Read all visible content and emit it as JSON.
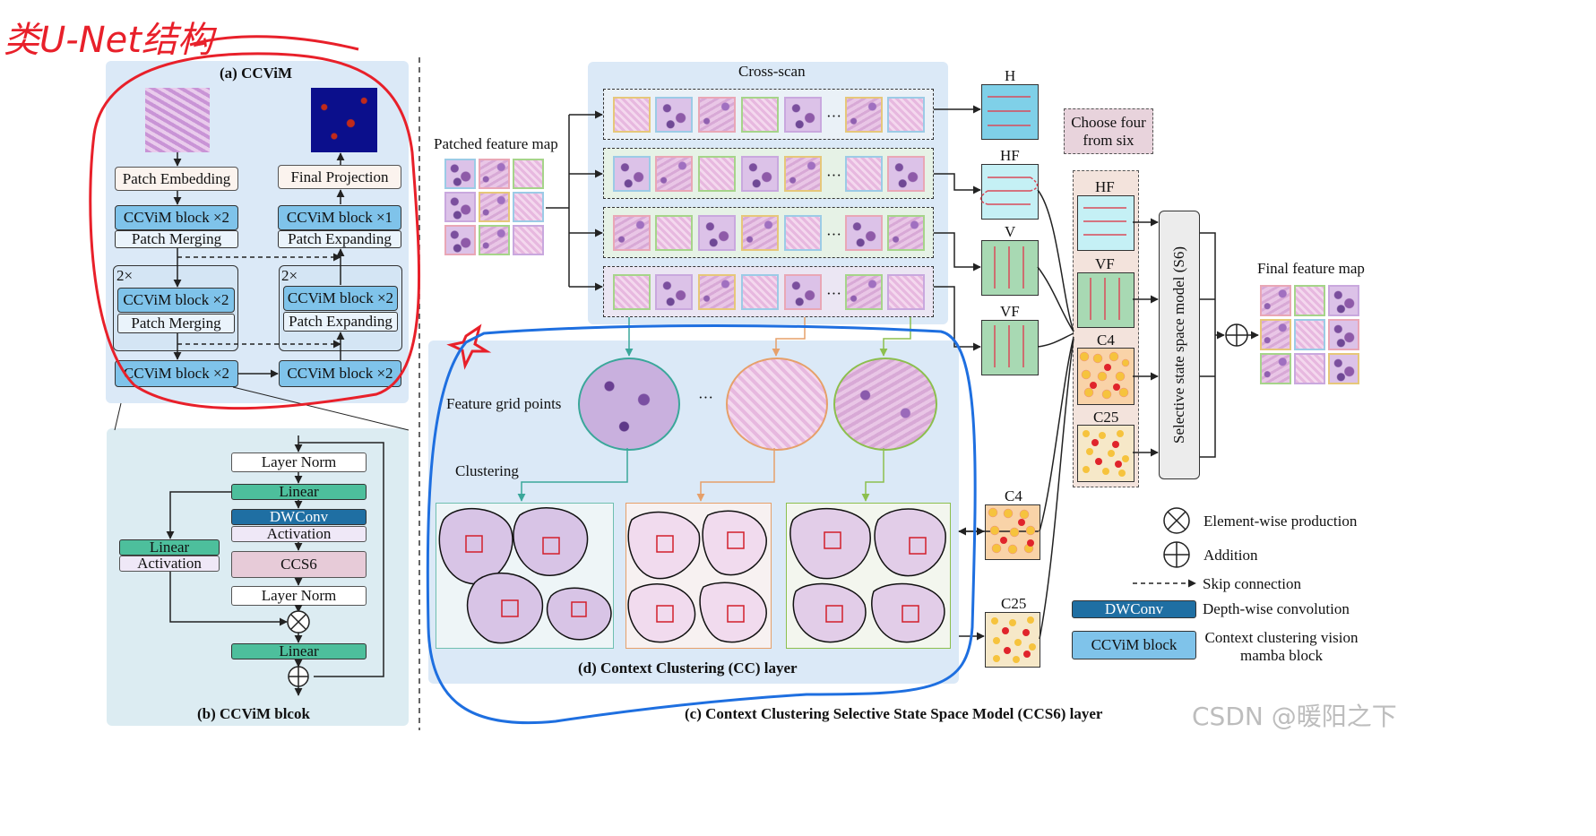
{
  "handwritten_note": "类U-Net结构",
  "panel_a": {
    "title": "(a) CCViM",
    "patch_embedding": "Patch Embedding",
    "final_projection": "Final Projection",
    "enc_block1": "CCViM block ×2",
    "patch_merging1": "Patch Merging",
    "dec_block1": "CCViM block ×1",
    "patch_expanding1": "Patch Expanding",
    "repeat_left": "2×",
    "repeat_right": "2×",
    "enc_block2": "CCViM block ×2",
    "patch_merging2": "Patch Merging",
    "dec_block2": "CCViM block ×2",
    "patch_expanding2": "Patch Expanding",
    "bottleneck_left": "CCViM block  ×2",
    "bottleneck_right": "CCViM block ×2"
  },
  "panel_b": {
    "title": "(b) CCViM blcok",
    "layer_norm1": "Layer Norm",
    "linear1": "Linear",
    "dwconv": "DWConv",
    "activation1": "Activation",
    "linear_side": "Linear",
    "activation_side": "Activation",
    "ccs6": "CCS6",
    "layer_norm2": "Layer Norm",
    "linear2": "Linear"
  },
  "panel_c": {
    "title": "(c)  Context Clustering Selective State Space Model (CCS6) layer",
    "patched_feature_map": "Patched feature map",
    "cross_scan": "Cross-scan",
    "ellipsis": "···",
    "scan_labels": [
      "H",
      "HF",
      "V",
      "VF"
    ],
    "choose": "Choose four from six",
    "selected_labels": [
      "HF",
      "VF",
      "C4",
      "C25"
    ],
    "s6": "Selective state space model  (S6)",
    "final_feature_map": "Final feature map",
    "c4": "C4",
    "c25": "C25"
  },
  "panel_d": {
    "title": "(d)  Context Clustering (CC) layer",
    "feature_grid_points": "Feature grid points",
    "clustering": "Clustering",
    "ellipsis": "···"
  },
  "legend": {
    "element_wise": "Element-wise production",
    "addition": "Addition",
    "skip": "Skip connection",
    "dwconv_tag": "DWConv",
    "dwconv_desc": "Depth-wise convolution",
    "ccvim_tag": "CCViM block",
    "ccvim_desc": "Context clustering vision mamba block"
  },
  "watermark": "CSDN @暖阳之下",
  "colors": {
    "panel_blue": "#dbe9f7",
    "block_blue": "#7fc3ea",
    "linear_green": "#4dbf9c",
    "dwconv_blue": "#1f6fa3",
    "ccs6_pink": "#e7cbd8",
    "activation_lavender": "#efe8f7",
    "red_ink": "#e8202a",
    "blue_ink": "#1e6fe0"
  }
}
